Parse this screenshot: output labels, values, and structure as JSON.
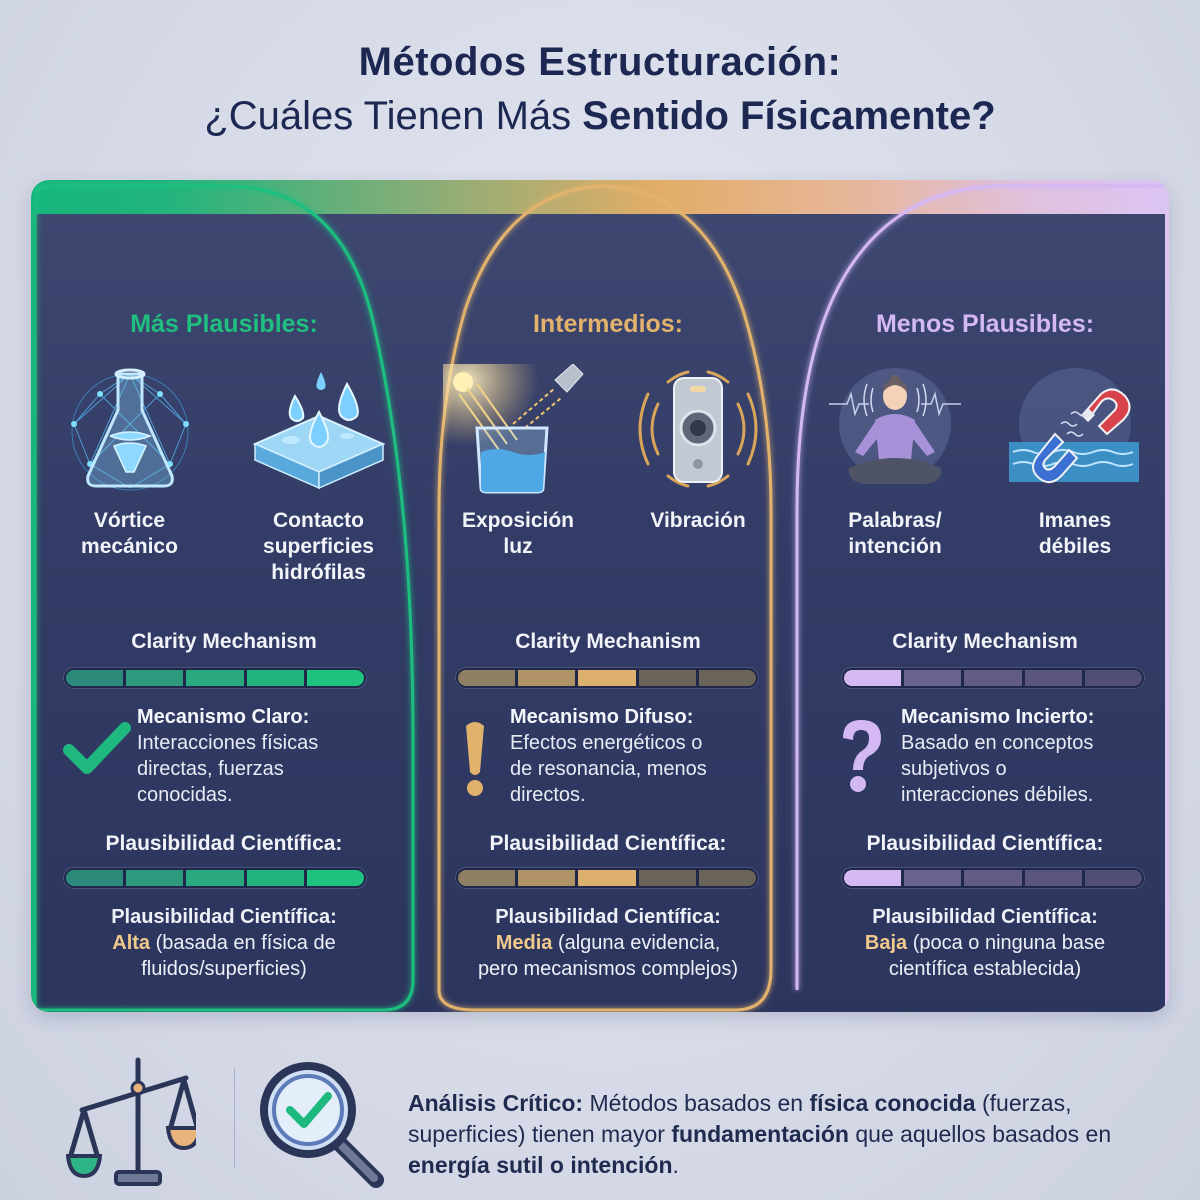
{
  "title": {
    "line1": "Métodos Estructuración:",
    "line2_regular": "¿Cuáles Tienen Más ",
    "line2_bold": "Sentido Físicamente?"
  },
  "columns": [
    {
      "id": "mas-plausibles",
      "title": "Más Plausibles:",
      "accent": "#1fbf7f",
      "methods": [
        {
          "icon": "flask-vortex-icon",
          "label_l1": "Vórtice",
          "label_l2": "mecánico",
          "label_l3": ""
        },
        {
          "icon": "hydrophilic-surface-icon",
          "label_l1": "Contacto",
          "label_l2": "superficies",
          "label_l3": "hidrófilas"
        }
      ],
      "clarity_label": "Clarity Mechanism",
      "clarity_score": 5,
      "mark_icon": "check-icon",
      "mechanism_heading": "Mecanismo Claro:",
      "mechanism_l1": "Interacciones físicas",
      "mechanism_l2": "directas, fuerzas",
      "mechanism_l3": "conocidas.",
      "plaus_label": "Plausibilidad Científica:",
      "plaus_score": 5,
      "verdict_heading": "Plausibilidad Científica:",
      "verdict_level": "Alta",
      "verdict_l1": " (basada en física de",
      "verdict_l2": "fluidos/superficies)"
    },
    {
      "id": "intermedios",
      "title": "Intermedios:",
      "accent": "#e3b36d",
      "methods": [
        {
          "icon": "light-exposure-icon",
          "label_l1": "Exposición",
          "label_l2": "luz",
          "label_l3": ""
        },
        {
          "icon": "vibration-speaker-icon",
          "label_l1": "Vibración",
          "label_l2": "",
          "label_l3": ""
        }
      ],
      "clarity_label": "Clarity Mechanism",
      "clarity_score": 3,
      "mark_icon": "exclamation-icon",
      "mechanism_heading": "Mecanismo Difuso:",
      "mechanism_l1": "Efectos energéticos o",
      "mechanism_l2": "de resonancia, menos",
      "mechanism_l3": "directos.",
      "plaus_label": "Plausibilidad Científica:",
      "plaus_score": 3,
      "verdict_heading": "Plausibilidad Científica:",
      "verdict_level": "Media",
      "verdict_l1": " (alguna evidencia,",
      "verdict_l2": "pero mecanismos complejos)"
    },
    {
      "id": "menos-plausibles",
      "title": "Menos Plausibles:",
      "accent": "#d4b8f4",
      "methods": [
        {
          "icon": "meditation-intention-icon",
          "label_l1": "Palabras/",
          "label_l2": "intención",
          "label_l3": ""
        },
        {
          "icon": "weak-magnet-icon",
          "label_l1": "Imanes",
          "label_l2": "débiles",
          "label_l3": ""
        }
      ],
      "clarity_label": "Clarity Mechanism",
      "clarity_score": 1,
      "mark_icon": "question-icon",
      "mechanism_heading": "Mecanismo Incierto:",
      "mechanism_l1": "Basado en conceptos",
      "mechanism_l2": "subjetivos o",
      "mechanism_l3": "interacciones débiles.",
      "plaus_label": "Plausibilidad Científica:",
      "plaus_score": 1,
      "verdict_heading": "Plausibilidad Científica:",
      "verdict_level": "Baja",
      "verdict_l1": " (poca o ninguna base",
      "verdict_l2": "científica establecida)"
    }
  ],
  "footer": {
    "icons": [
      "balance-scale-icon",
      "magnifier-check-icon"
    ],
    "lead": "Análisis Crítico:",
    "t1": " Métodos basados en ",
    "b1": "física conocida",
    "t2": " (fuerzas, superficies) tienen mayor ",
    "b2": "fundamentación",
    "t3": " que aquellos basados en ",
    "b3": "energía sutil o intención",
    "t4": "."
  },
  "colors": {
    "green": "#1fbf7f",
    "gold": "#e3b36d",
    "lavender": "#d4b8f4",
    "navy": "#2e375f",
    "title": "#1c2752"
  }
}
